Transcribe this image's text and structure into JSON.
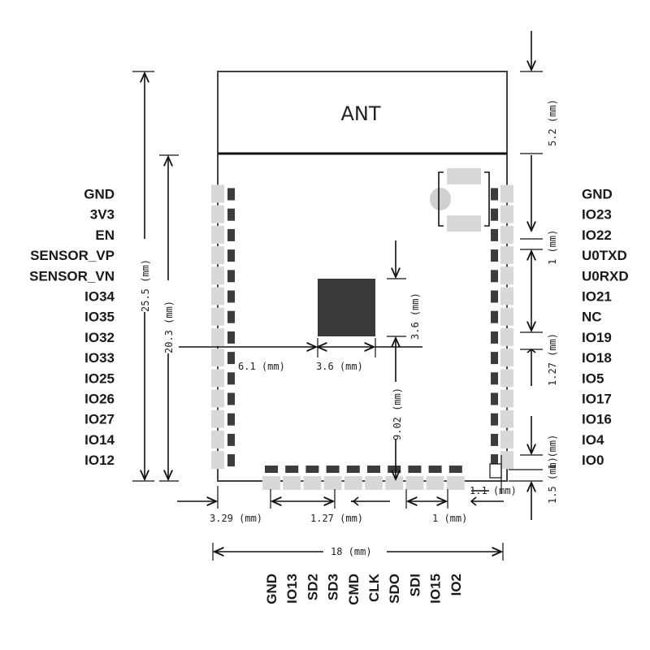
{
  "antenna_label": "ANT",
  "left_pins": [
    "GND",
    "3V3",
    "EN",
    "SENSOR_VP",
    "SENSOR_VN",
    "IO34",
    "IO35",
    "IO32",
    "IO33",
    "IO25",
    "IO26",
    "IO27",
    "IO14",
    "IO12"
  ],
  "right_pins": [
    "GND",
    "IO23",
    "IO22",
    "U0TXD",
    "U0RXD",
    "IO21",
    "NC",
    "IO19",
    "IO18",
    "IO5",
    "IO17",
    "IO16",
    "IO4",
    "IO0"
  ],
  "bottom_pins": [
    "GND",
    "IO13",
    "SD2",
    "SD3",
    "CMD",
    "CLK",
    "SDO",
    "SDI",
    "IO15",
    "IO2"
  ],
  "dimensions": {
    "antenna_height": "5.2 (mm)",
    "right_pitch_top": "1 (mm)",
    "right_pitch": "1.27 (mm)",
    "right_bottom_offset": "1 (mm)",
    "right_bottom_margin": "1.5 (mm)",
    "right_pad_offset": "1.1 (mm)",
    "total_height": "25.5 (mm)",
    "body_height": "20.3 (mm)",
    "center_left_offset": "6.1 (mm)",
    "chip_width": "3.6 (mm)",
    "chip_height": "3.6 (mm)",
    "chip_bottom_offset": "9.02 (mm)",
    "bottom_left_offset": "3.29 (mm)",
    "bottom_pitch": "1.27 (mm)",
    "bottom_right_offset": "1 (mm)",
    "total_width": "18 (mm)"
  },
  "colors": {
    "pad_light": "#d8d8d8",
    "pad_dark": "#3c3c3c",
    "chip": "#3a3a3a",
    "outline": "#111111"
  }
}
